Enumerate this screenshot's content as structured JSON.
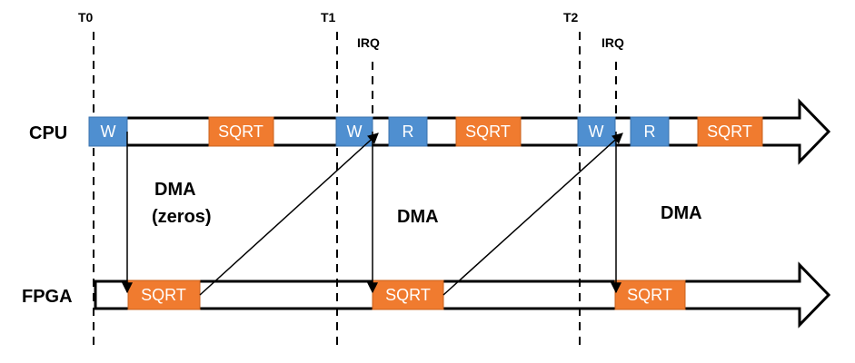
{
  "rows": {
    "cpu": "CPU",
    "fpga": "FPGA"
  },
  "time_markers": [
    "T0",
    "T1",
    "T2"
  ],
  "irq_labels": [
    "IRQ",
    "IRQ"
  ],
  "dma_labels": {
    "dma1_line1": "DMA",
    "dma1_line2": "(zeros)",
    "dma2": "DMA",
    "dma3": "DMA"
  },
  "cpu_blocks": [
    "W",
    "SQRT",
    "W",
    "R",
    "SQRT",
    "W",
    "R",
    "SQRT"
  ],
  "fpga_blocks": [
    "SQRT",
    "SQRT",
    "SQRT"
  ],
  "colors": {
    "blue_block": "#4f8fd0",
    "orange_block": "#f07b2f",
    "block_text": "#ffffff",
    "line": "#000000"
  }
}
